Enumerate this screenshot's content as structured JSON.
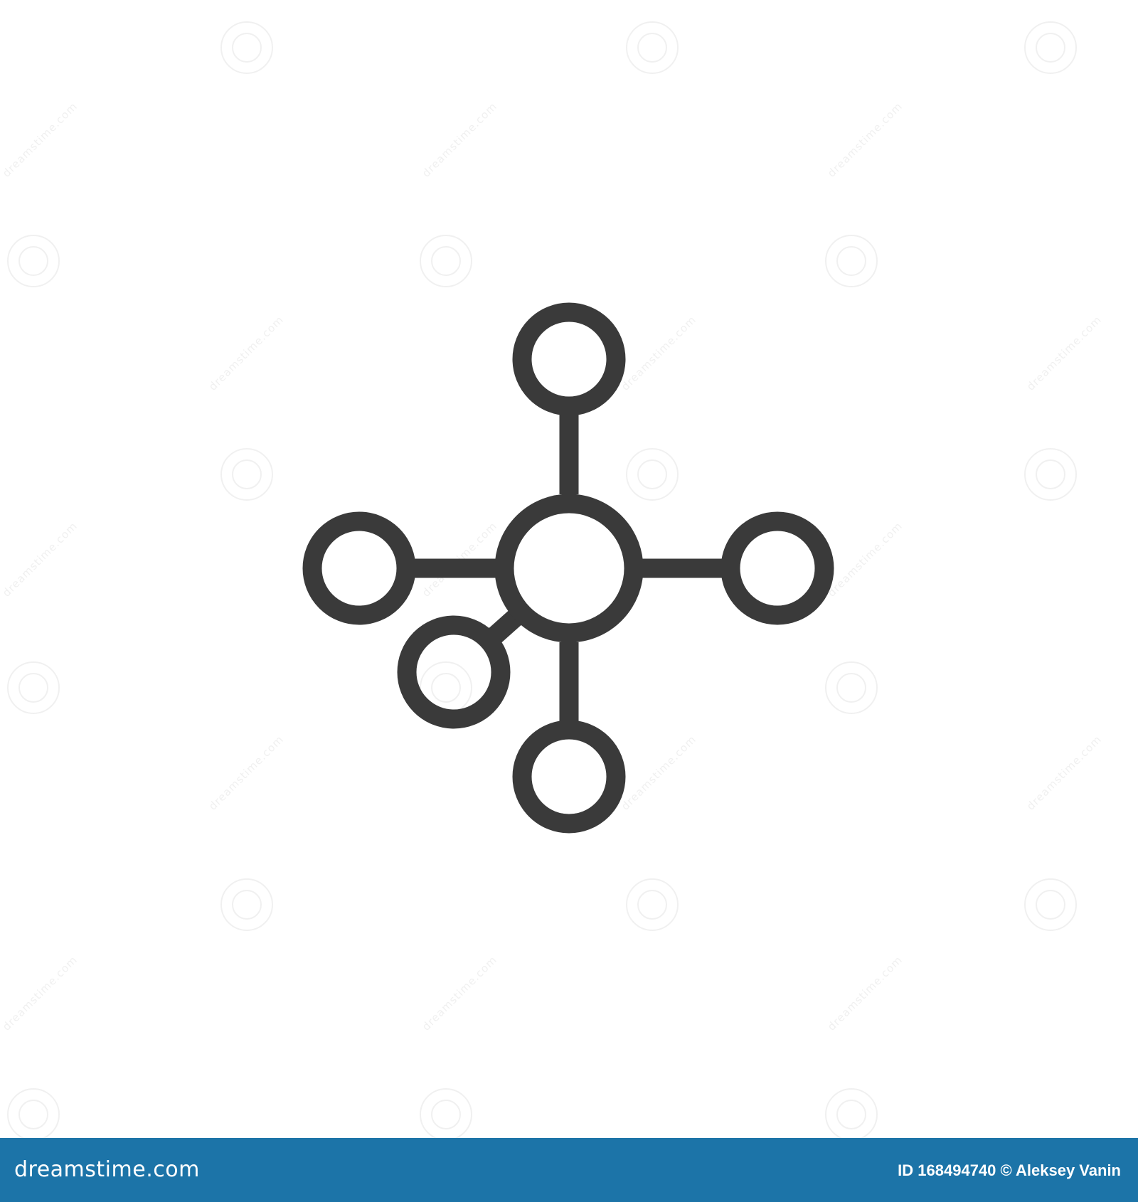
{
  "icon": {
    "name": "network-hub-icon",
    "stroke_color": "#3a3a3a"
  },
  "watermark": {
    "text": "dreamstime.com"
  },
  "footer": {
    "background_color": "#1c74a8",
    "logo_text": "dreamstime.com",
    "credit_text": "ID 168494740 © Aleksey Vanin"
  }
}
